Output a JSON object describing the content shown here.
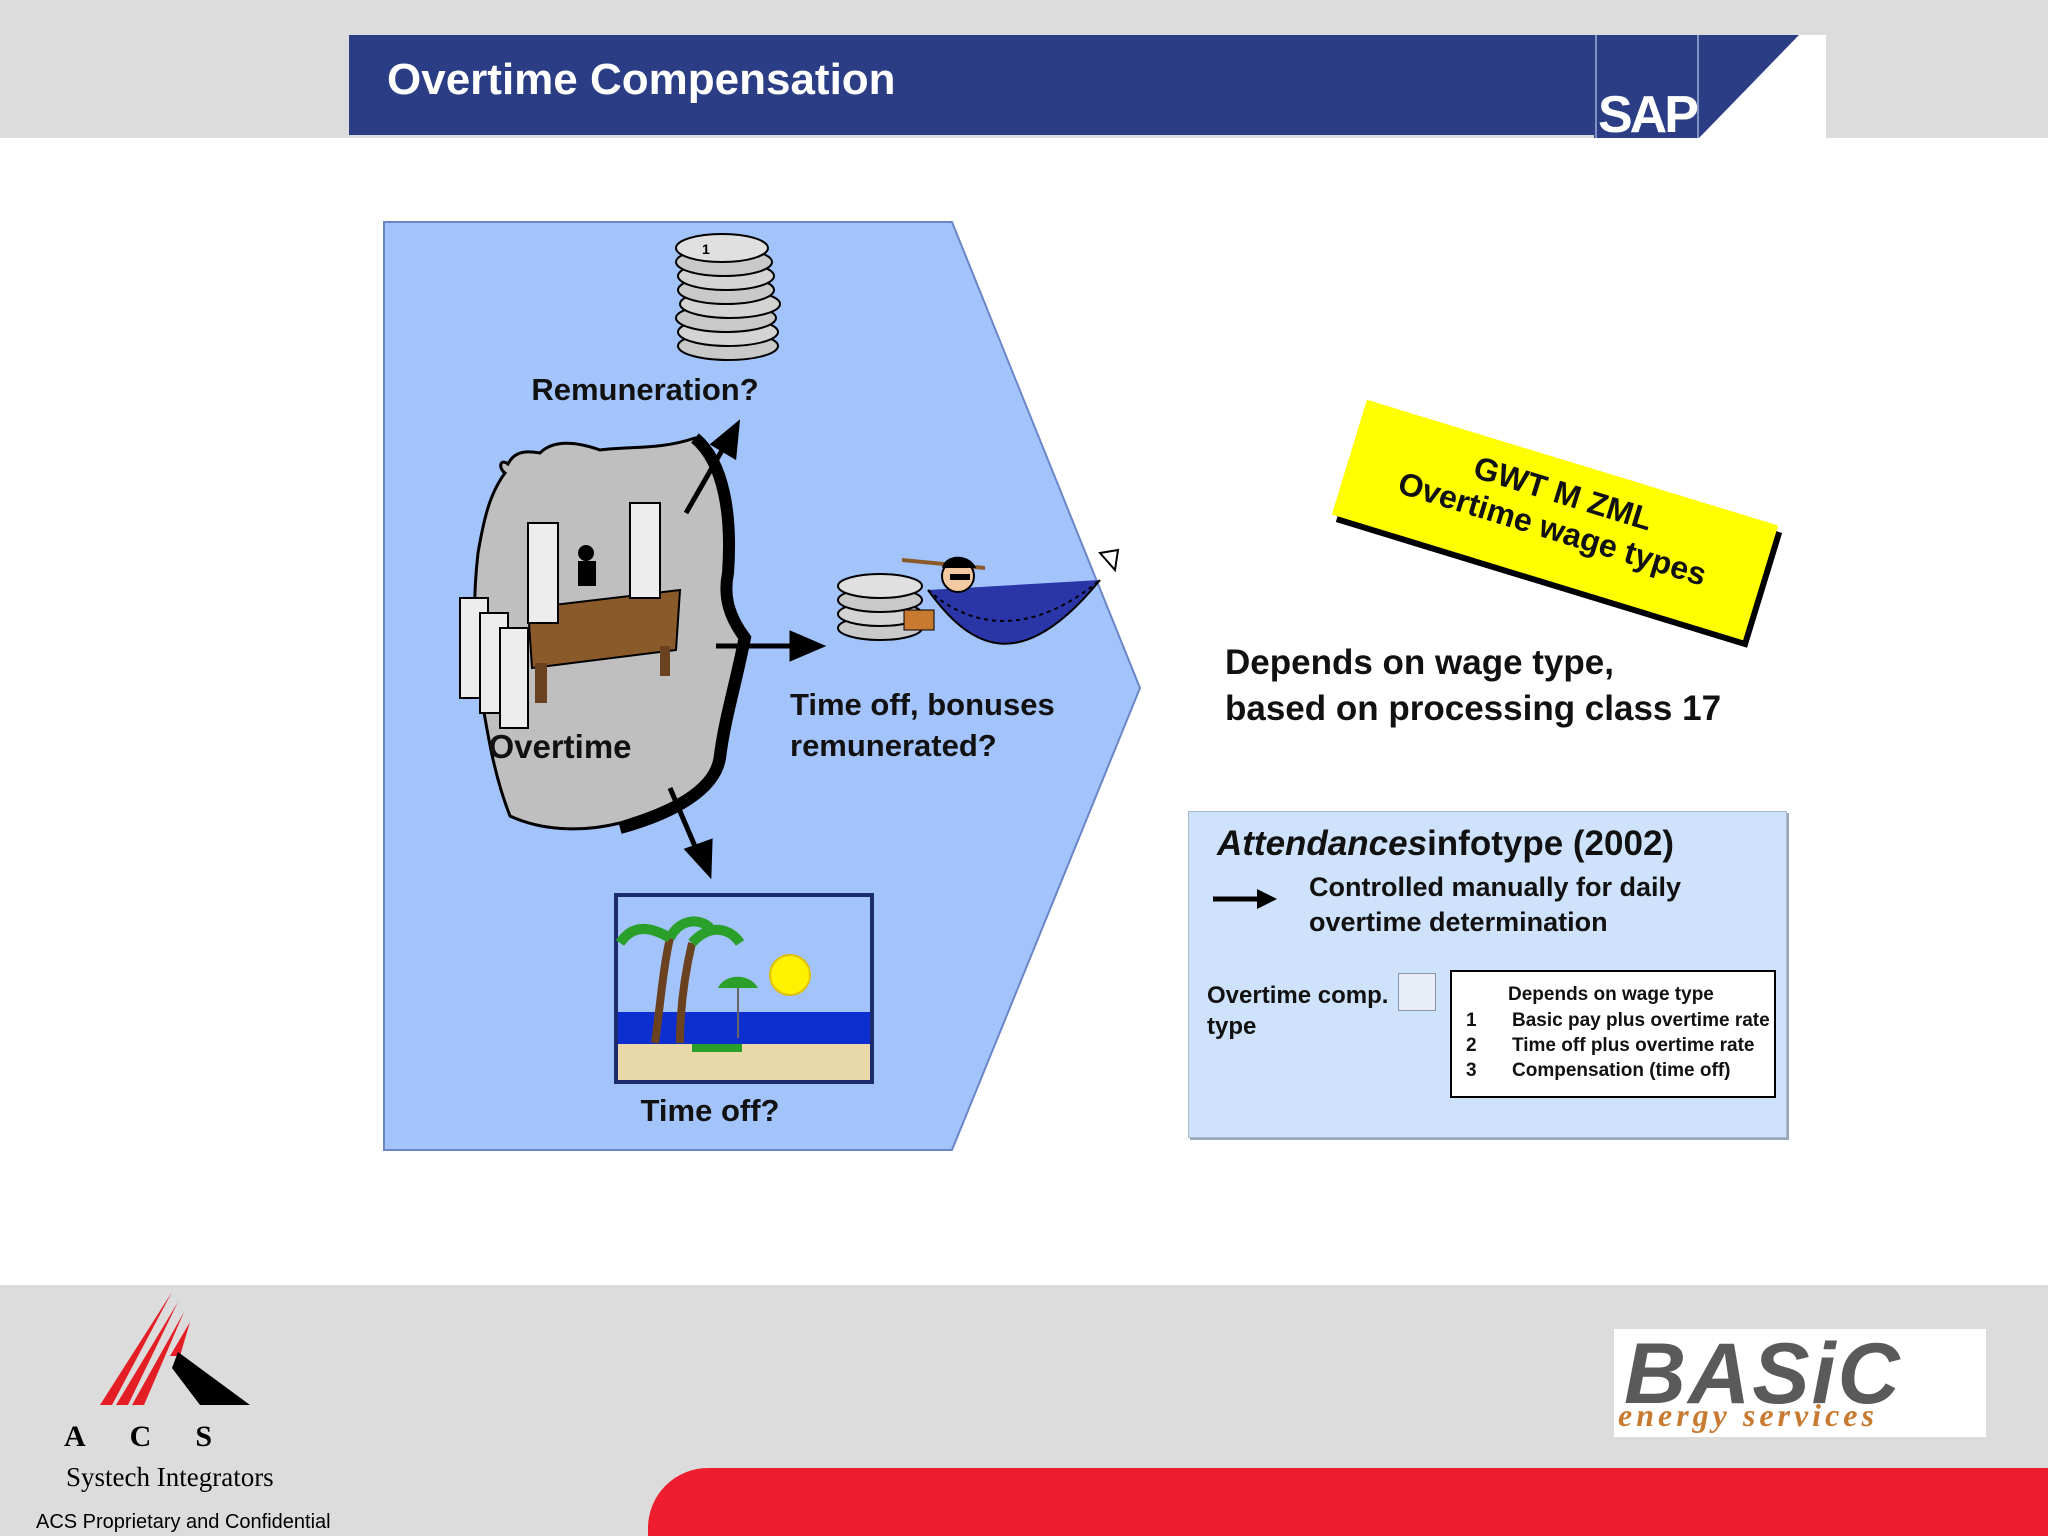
{
  "header": {
    "title": "Overtime Compensation",
    "logo": "SAP"
  },
  "diagram": {
    "center_label": "Overtime",
    "remuneration_label": "Remuneration?",
    "timeoff_bonus_label_line1": "Time off, bonuses",
    "timeoff_bonus_label_line2": "remunerated?",
    "timeoff_label": "Time off?"
  },
  "wage_types_box": {
    "line1": "GWT M ZML",
    "line2": "Overtime wage types"
  },
  "depends": {
    "line1": "Depends on wage type,",
    "line2": "based on processing class 17"
  },
  "attendances_panel": {
    "title_italic": "Attendances",
    "title_rest": "infotype (2002)",
    "controlled_line1": "Controlled manually for daily",
    "controlled_line2": "overtime determination",
    "field_label_line1": "Overtime comp.",
    "field_label_line2": "type",
    "options_header": "Depends on wage type",
    "options": [
      {
        "num": "1",
        "text": "Basic pay plus overtime rate"
      },
      {
        "num": "2",
        "text": "Time off plus overtime rate"
      },
      {
        "num": "3",
        "text": "Compensation (time off)"
      }
    ]
  },
  "footer": {
    "acs_letters": "ACS",
    "acs_subtitle": "Systech Integrators",
    "acs_confidential": "ACS Proprietary and Confidential",
    "basic_brand": "BASiC",
    "basic_tagline": "energy services"
  },
  "colors": {
    "title_bar": "#2b3d84",
    "diagram_fill": "#a3c3fb",
    "wage_box": "#ffff00",
    "panel_fill": "#cfe2fb",
    "red_bar": "#ed1c2e"
  }
}
